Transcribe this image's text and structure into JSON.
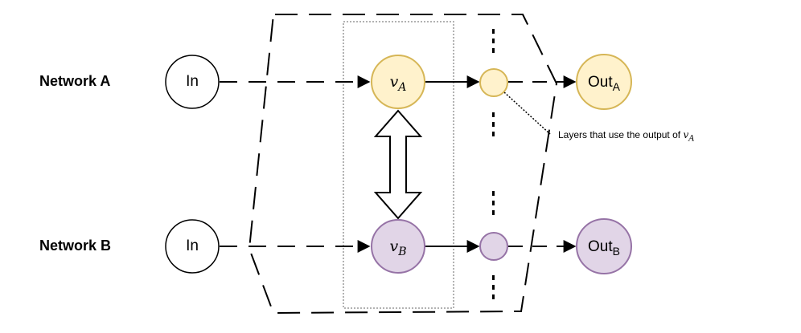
{
  "network_a": {
    "label": "Network A",
    "input": "In",
    "var_symbol": "v",
    "var_sub": "A",
    "out_main": "Out",
    "out_sub": "A"
  },
  "network_b": {
    "label": "Network B",
    "input": "In",
    "var_symbol": "v",
    "var_sub": "B",
    "out_main": "Out",
    "out_sub": "B"
  },
  "annotation": {
    "text": "Layers that use the output of",
    "var_symbol": "v",
    "var_sub": "A"
  },
  "colors": {
    "a_fill": "#fff2cc",
    "a_stroke": "#d6b656",
    "b_fill": "#e1d5e7",
    "b_stroke": "#9673a6"
  }
}
